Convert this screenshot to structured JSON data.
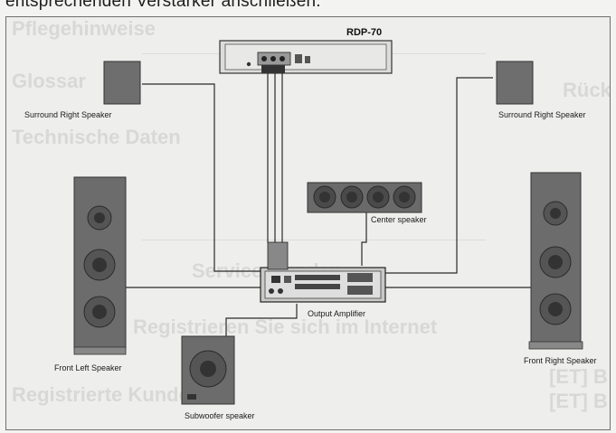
{
  "header_text": "entsprechenden Verstärker anschließen.",
  "labels": {
    "rdp": "RDP-70",
    "surround_left": "Surround Right Speaker",
    "surround_right": "Surround Right Speaker",
    "center": "Center speaker",
    "output_amp": "Output Amplifier",
    "front_left": "Front Left Speaker",
    "front_right": "Front Right Speaker",
    "subwoofer": "Subwoofer speaker"
  },
  "background_ghost": {
    "line1": "Pflegehinweise",
    "line2": "Glossar",
    "line3": "Technische Daten",
    "line4": "Service Kunden",
    "line5": "Registrieren Sie sich im Internet",
    "line6": "Registrierte Kunden",
    "side1": "Rück",
    "side2": "[ET] B",
    "side3": "[ET] B"
  },
  "colors": {
    "wire": "#2a2a2a",
    "speaker_box": "#6a6a6a",
    "speaker_dark": "#3a3a3a",
    "cone": "#555555",
    "background": "#eeeeec"
  }
}
